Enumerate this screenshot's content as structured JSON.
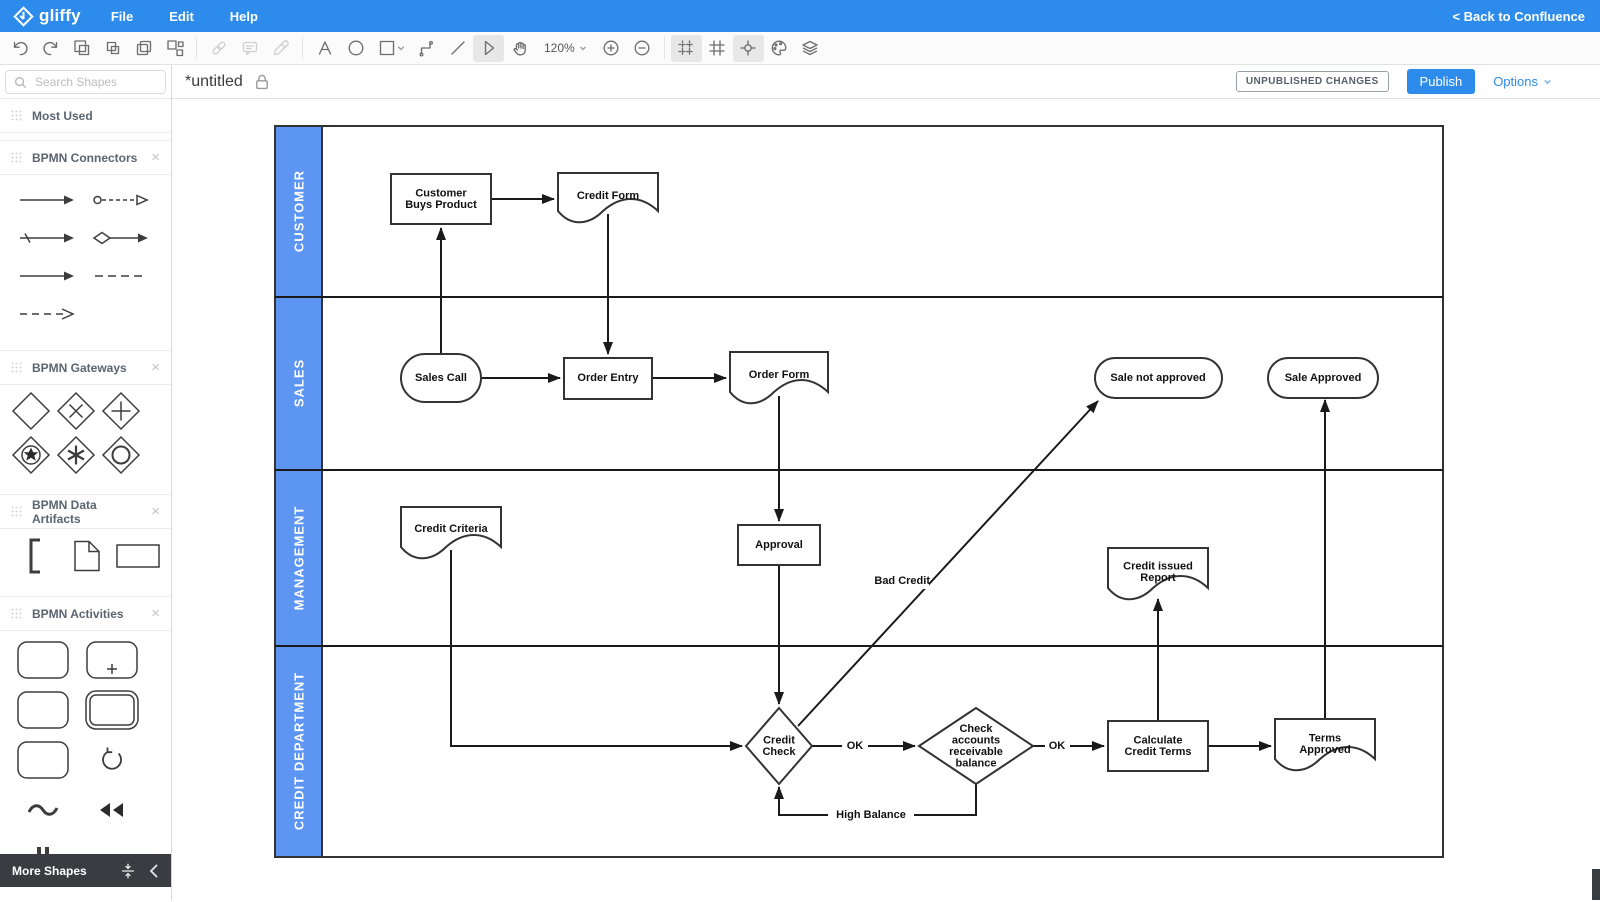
{
  "top_bar": {
    "logo_text": "gliffy",
    "menus": [
      "File",
      "Edit",
      "Help"
    ],
    "back_link": "< Back to Confluence"
  },
  "toolbar": {
    "zoom_level": "120%"
  },
  "title_bar": {
    "title": "*untitled",
    "status_badge": "UNPUBLISHED CHANGES",
    "publish_label": "Publish",
    "options_label": "Options"
  },
  "sidebar": {
    "search_placeholder": "Search Shapes",
    "sections": {
      "most_used": "Most Used",
      "connectors": "BPMN Connectors",
      "gateways": "BPMN Gateways",
      "data_artifacts": "BPMN Data Artifacts",
      "activities": "BPMN Activities"
    },
    "more_shapes_label": "More Shapes"
  },
  "diagram": {
    "lanes": [
      "CUSTOMER",
      "SALES",
      "MANAGEMENT",
      "CREDIT DEPARTMENT"
    ],
    "labels": {
      "customer_buys_product": "Customer\nBuys Product",
      "credit_form": "Credit Form",
      "sales_call": "Sales Call",
      "order_entry": "Order Entry",
      "order_form": "Order Form",
      "sale_not_approved": "Sale not approved",
      "sale_approved": "Sale Approved",
      "credit_criteria": "Credit Criteria",
      "approval": "Approval",
      "credit_issued_report": "Credit issued\nReport",
      "credit_check": "Credit\nCheck",
      "check_accounts": "Check\naccounts\nreceivable\nbalance",
      "calculate_credit_terms": "Calculate\nCredit Terms",
      "terms_approved": "Terms\nApproved"
    },
    "edge_labels": {
      "ok_1": "OK",
      "ok_2": "OK",
      "bad_credit": "Bad Credit",
      "high_balance": "High Balance"
    },
    "colors": {
      "lane_header_blue": "#5d95f3",
      "topbar_blue": "#2d8ceb",
      "shape_border": "#333333"
    }
  }
}
